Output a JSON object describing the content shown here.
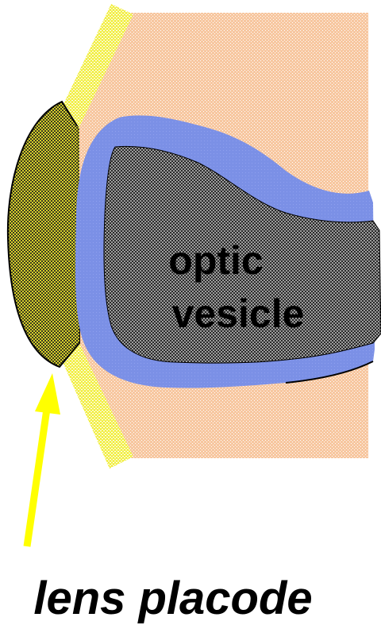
{
  "diagram": {
    "labels": {
      "vesicle_line1": "optic",
      "vesicle_line2": "vesicle",
      "placode": "lens placode"
    },
    "colors": {
      "background": "#ffffff",
      "tissue": "#f7c7a0",
      "tissue_dots": "#ffffff",
      "ectoderm_band": "#f2ef4a",
      "ectoderm_dots": "#ffffff",
      "placode_fill": "#c9c227",
      "placode_check": "#2a2a18",
      "vesicle_wall": "#7b90e6",
      "vesicle_lumen": "#3a3a3a",
      "vesicle_check": "#9a9a9a",
      "arrow": "#ffff00",
      "text": "#000000"
    }
  }
}
